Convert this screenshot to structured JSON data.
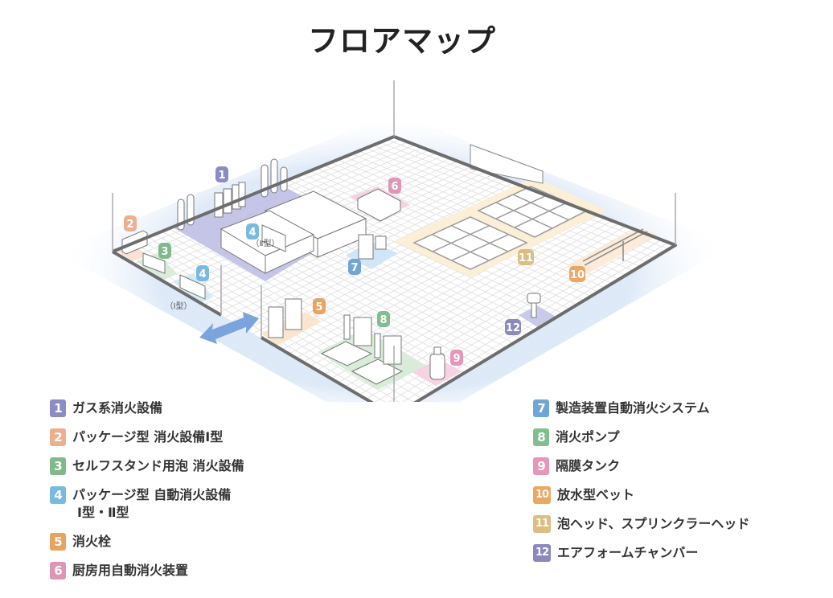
{
  "title": "フロアマップ",
  "map": {
    "caption_type1": "（Ⅰ型）",
    "caption_type2": "（Ⅱ型）"
  },
  "legend": [
    {
      "num": "1",
      "label": "ガス系消火設備",
      "color": "#8b8cc3"
    },
    {
      "num": "2",
      "label": "パッケージ型 消火設備Ⅰ型",
      "color": "#eab08f"
    },
    {
      "num": "3",
      "label": "セルフスタンド用泡 消火設備",
      "color": "#80b98c"
    },
    {
      "num": "4",
      "label": "パッケージ型 自動消火設備",
      "sub": "Ⅰ型・Ⅱ型",
      "color": "#79bbe0"
    },
    {
      "num": "5",
      "label": "消火栓",
      "color": "#e8a45e"
    },
    {
      "num": "6",
      "label": "厨房用自動消火装置",
      "color": "#df95b7"
    },
    {
      "num": "7",
      "label": "製造装置自動消火システム",
      "color": "#70a6d6"
    },
    {
      "num": "8",
      "label": "消火ポンプ",
      "color": "#80c08f"
    },
    {
      "num": "9",
      "label": "隔膜タンク",
      "color": "#e597b9"
    },
    {
      "num": "10",
      "label": "放水型ベット",
      "color": "#eca762"
    },
    {
      "num": "11",
      "label": "泡ヘッド、スプリンクラーヘッド",
      "color": "#dcbe82"
    },
    {
      "num": "12",
      "label": "エアフォームチャンバー",
      "color": "#8a8abf"
    }
  ]
}
